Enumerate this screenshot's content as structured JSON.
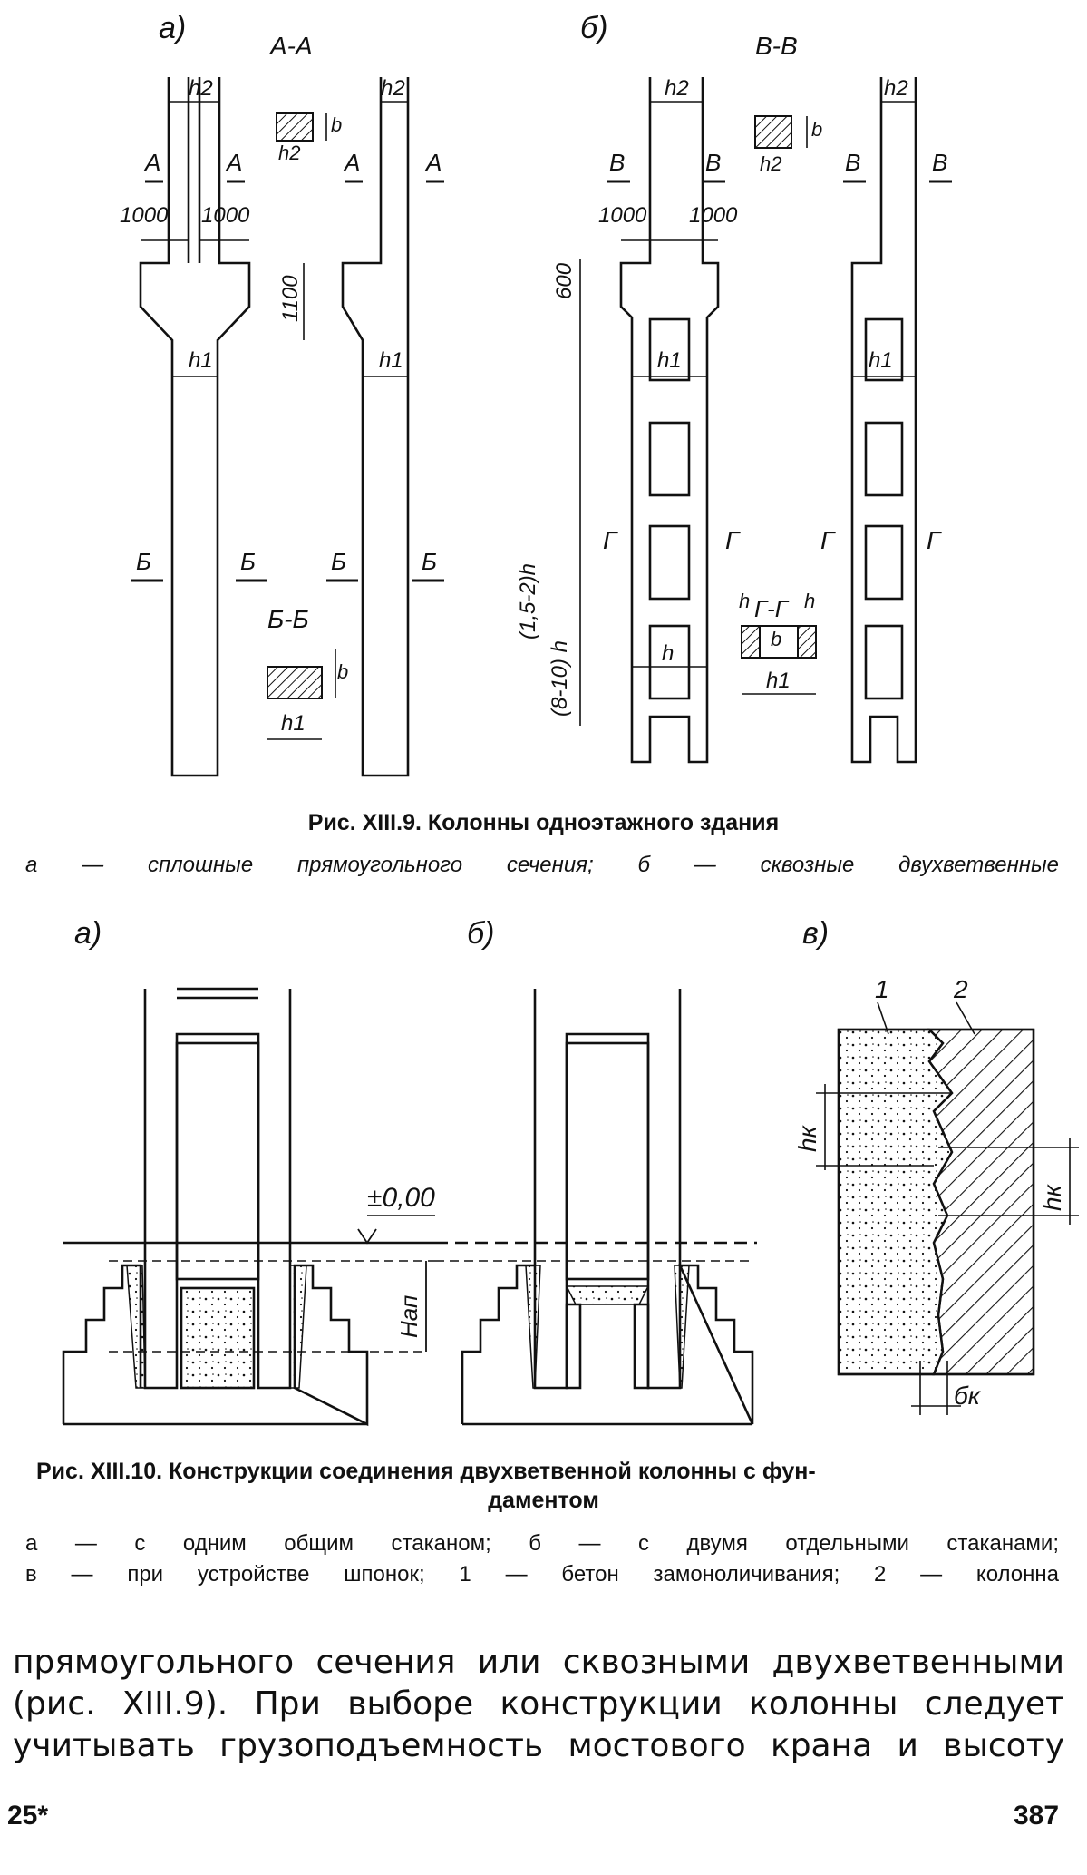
{
  "figure1": {
    "panel_a": "а)",
    "panel_b": "б)",
    "labels": {
      "sec_aa": "А-А",
      "sec_bb": "Б-Б",
      "sec_vv": "В-В",
      "sec_gg": "Г-Г",
      "A": "А",
      "B": "Б",
      "V": "В",
      "G": "Г",
      "h2": "h2",
      "h1": "h1",
      "h": "h",
      "b": "b",
      "dim_1000": "1000",
      "dim_1100": "1100",
      "dim_600": "600",
      "dim_15_2h": "(1,5-2)h",
      "dim_8_10h": "(8-10) h"
    },
    "caption_title": "Рис. XIII.9. Колонны одноэтажного здания",
    "caption_text": "а — сплошные прямоугольного сечения; б — сквозные двухветвенные"
  },
  "figure2": {
    "panel_a": "а)",
    "panel_b": "б)",
    "panel_v": "в)",
    "labels": {
      "zero": "±0,00",
      "hap": "Hап",
      "hk": "hк",
      "bk": "бк",
      "n1": "1",
      "n2": "2"
    },
    "caption_title_1": "Рис. XIII.10. Конструкции соединения двухветвенной колонны с фун-",
    "caption_title_2": "даментом",
    "caption_line_1": "а — с одним общим стаканом; б — с двумя отдельными стаканами;",
    "caption_line_2": "в — при устройстве шпонок; 1 — бетон замоноличивания; 2 — колонна"
  },
  "body": {
    "line1": "прямоугольного сечения или сквозными двухветвенными",
    "line2": "(рис. XIII.9). При выборе конструкции колонны следует",
    "line3": "учитывать грузоподъемность мостового крана и высоту"
  },
  "footer": {
    "signature": "25*",
    "page_number": "387"
  }
}
